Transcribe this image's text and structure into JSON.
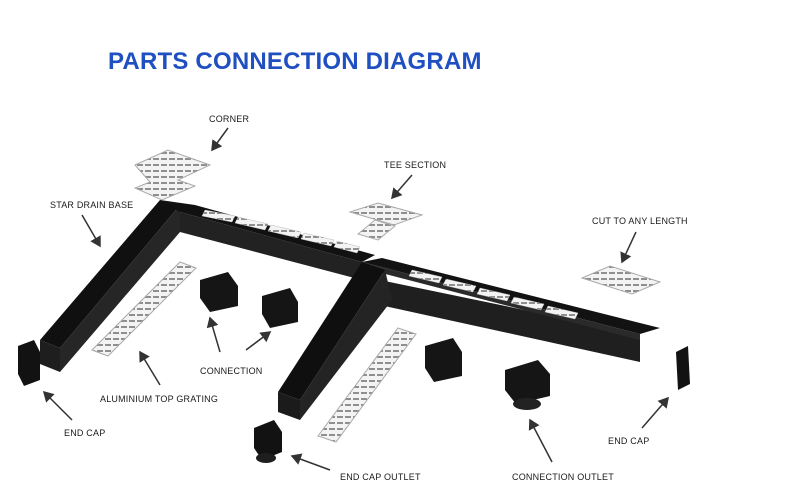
{
  "title": "PARTS CONNECTION DIAGRAM",
  "colors": {
    "title": "#1f4fc1",
    "channel": "#151515",
    "channel_top": "#2b2b2b",
    "grating": "#f2f2f2",
    "grating_slot": "#9a9a9a",
    "arrow": "#333333"
  },
  "labels": {
    "corner": "CORNER",
    "tee_section": "TEE SECTION",
    "star_drain_base": "STAR DRAIN BASE",
    "cut_to_any_length": "CUT TO ANY LENGTH",
    "connection": "CONNECTION",
    "aluminium_top_grating": "ALUMINIUM TOP GRATING",
    "end_cap_left": "END CAP",
    "end_cap_right": "END CAP",
    "end_cap_outlet": "END CAP OUTLET",
    "connection_outlet": "CONNECTION OUTLET"
  }
}
